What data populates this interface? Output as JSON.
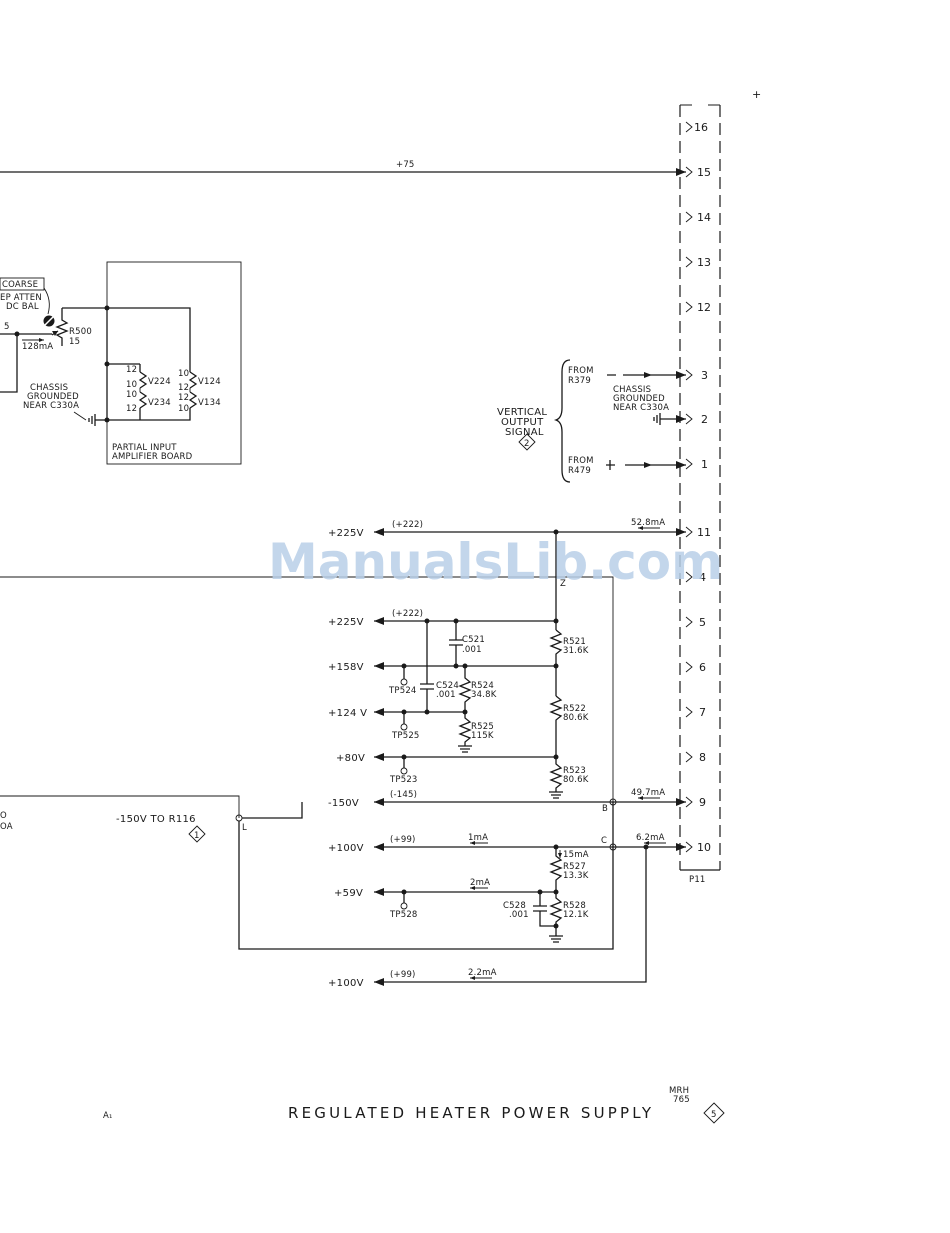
{
  "diagram": {
    "title": "REGULATED HEATER POWER SUPPLY",
    "title_badge": "5",
    "doc_code_1": "MRH",
    "doc_code_2": "765",
    "page_mark": "A₁",
    "plus_mark": "+",
    "watermark": "ManualsLib.com",
    "connector": {
      "name": "P11",
      "pins": [
        "16",
        "15",
        "14",
        "13",
        "12",
        "3",
        "2",
        "1",
        "11",
        "4",
        "5",
        "6",
        "7",
        "8",
        "9",
        "10"
      ]
    },
    "top_rail": {
      "label": "+75"
    },
    "input_board": {
      "coarse_label": "COARSE",
      "atten_line1": "EP ATTEN",
      "atten_line2": "DC BAL",
      "resistor": "R500",
      "resistor_value": "15",
      "current": "128mA",
      "left_mark": "5",
      "chassis_line1": "CHASSIS",
      "chassis_line2": "GROUNDED",
      "chassis_line3": "NEAR C330A",
      "board_line1": "PARTIAL INPUT",
      "board_line2": "AMPLIFIER BOARD",
      "tubes": [
        "V224",
        "V234",
        "V124",
        "V134"
      ],
      "pin_numbers": [
        "12",
        "10",
        "10",
        "12",
        "10",
        "12",
        "12",
        "10"
      ]
    },
    "vertical_output": {
      "line1": "VERTICAL",
      "line2": "OUTPUT",
      "line3": "SIGNAL",
      "badge": "2",
      "from_top": "FROM",
      "from_top_ref": "R379",
      "from_bottom": "FROM",
      "from_bottom_ref": "R479",
      "chassis_line1": "CHASSIS",
      "chassis_line2": "GROUNDED",
      "chassis_line3": "NEAR C330A"
    },
    "rails": {
      "r225_top": {
        "label": "+225V",
        "paren": "(+222)",
        "current": "52.8mA"
      },
      "r225": {
        "label": "+225V",
        "paren": "(+222)"
      },
      "r158": {
        "label": "+158V"
      },
      "r124": {
        "label": "+124 V"
      },
      "r80": {
        "label": "+80V"
      },
      "r150": {
        "label": "-150V",
        "paren": "(-145)",
        "current": "49.7mA"
      },
      "r100": {
        "label": "+100V",
        "paren": "(+99)",
        "current": "1mA",
        "pin_current": "6.2mA"
      },
      "r59": {
        "label": "+59V",
        "current": "2mA"
      },
      "r100b": {
        "label": "+100V",
        "paren": "(+99)",
        "current": "2.2mA"
      }
    },
    "neg150_to": {
      "label": "-150V TO R116",
      "badge": "1",
      "node": "L"
    },
    "partial_left": {
      "line1": "O",
      "line2": "OA"
    },
    "nodes": {
      "z": "Z",
      "b": "B",
      "c": "C"
    },
    "components": {
      "c521": {
        "ref": "C521",
        "value": ".001"
      },
      "c524": {
        "ref": "C524",
        "value": ".001"
      },
      "c528": {
        "ref": "C528",
        "value": ".001"
      },
      "r521": {
        "ref": "R521",
        "value": "31.6K"
      },
      "r522": {
        "ref": "R522",
        "value": "80.6K"
      },
      "r523": {
        "ref": "R523",
        "value": "80.6K"
      },
      "r524": {
        "ref": "R524",
        "value": "34.8K"
      },
      "r525": {
        "ref": "R525",
        "value": "115K"
      },
      "r527": {
        "ref": "R527",
        "value": "13.3K"
      },
      "r528": {
        "ref": "R528",
        "value": "12.1K"
      },
      "r527_current": "15mA"
    },
    "test_points": [
      "TP524",
      "TP525",
      "TP523",
      "TP528"
    ]
  }
}
